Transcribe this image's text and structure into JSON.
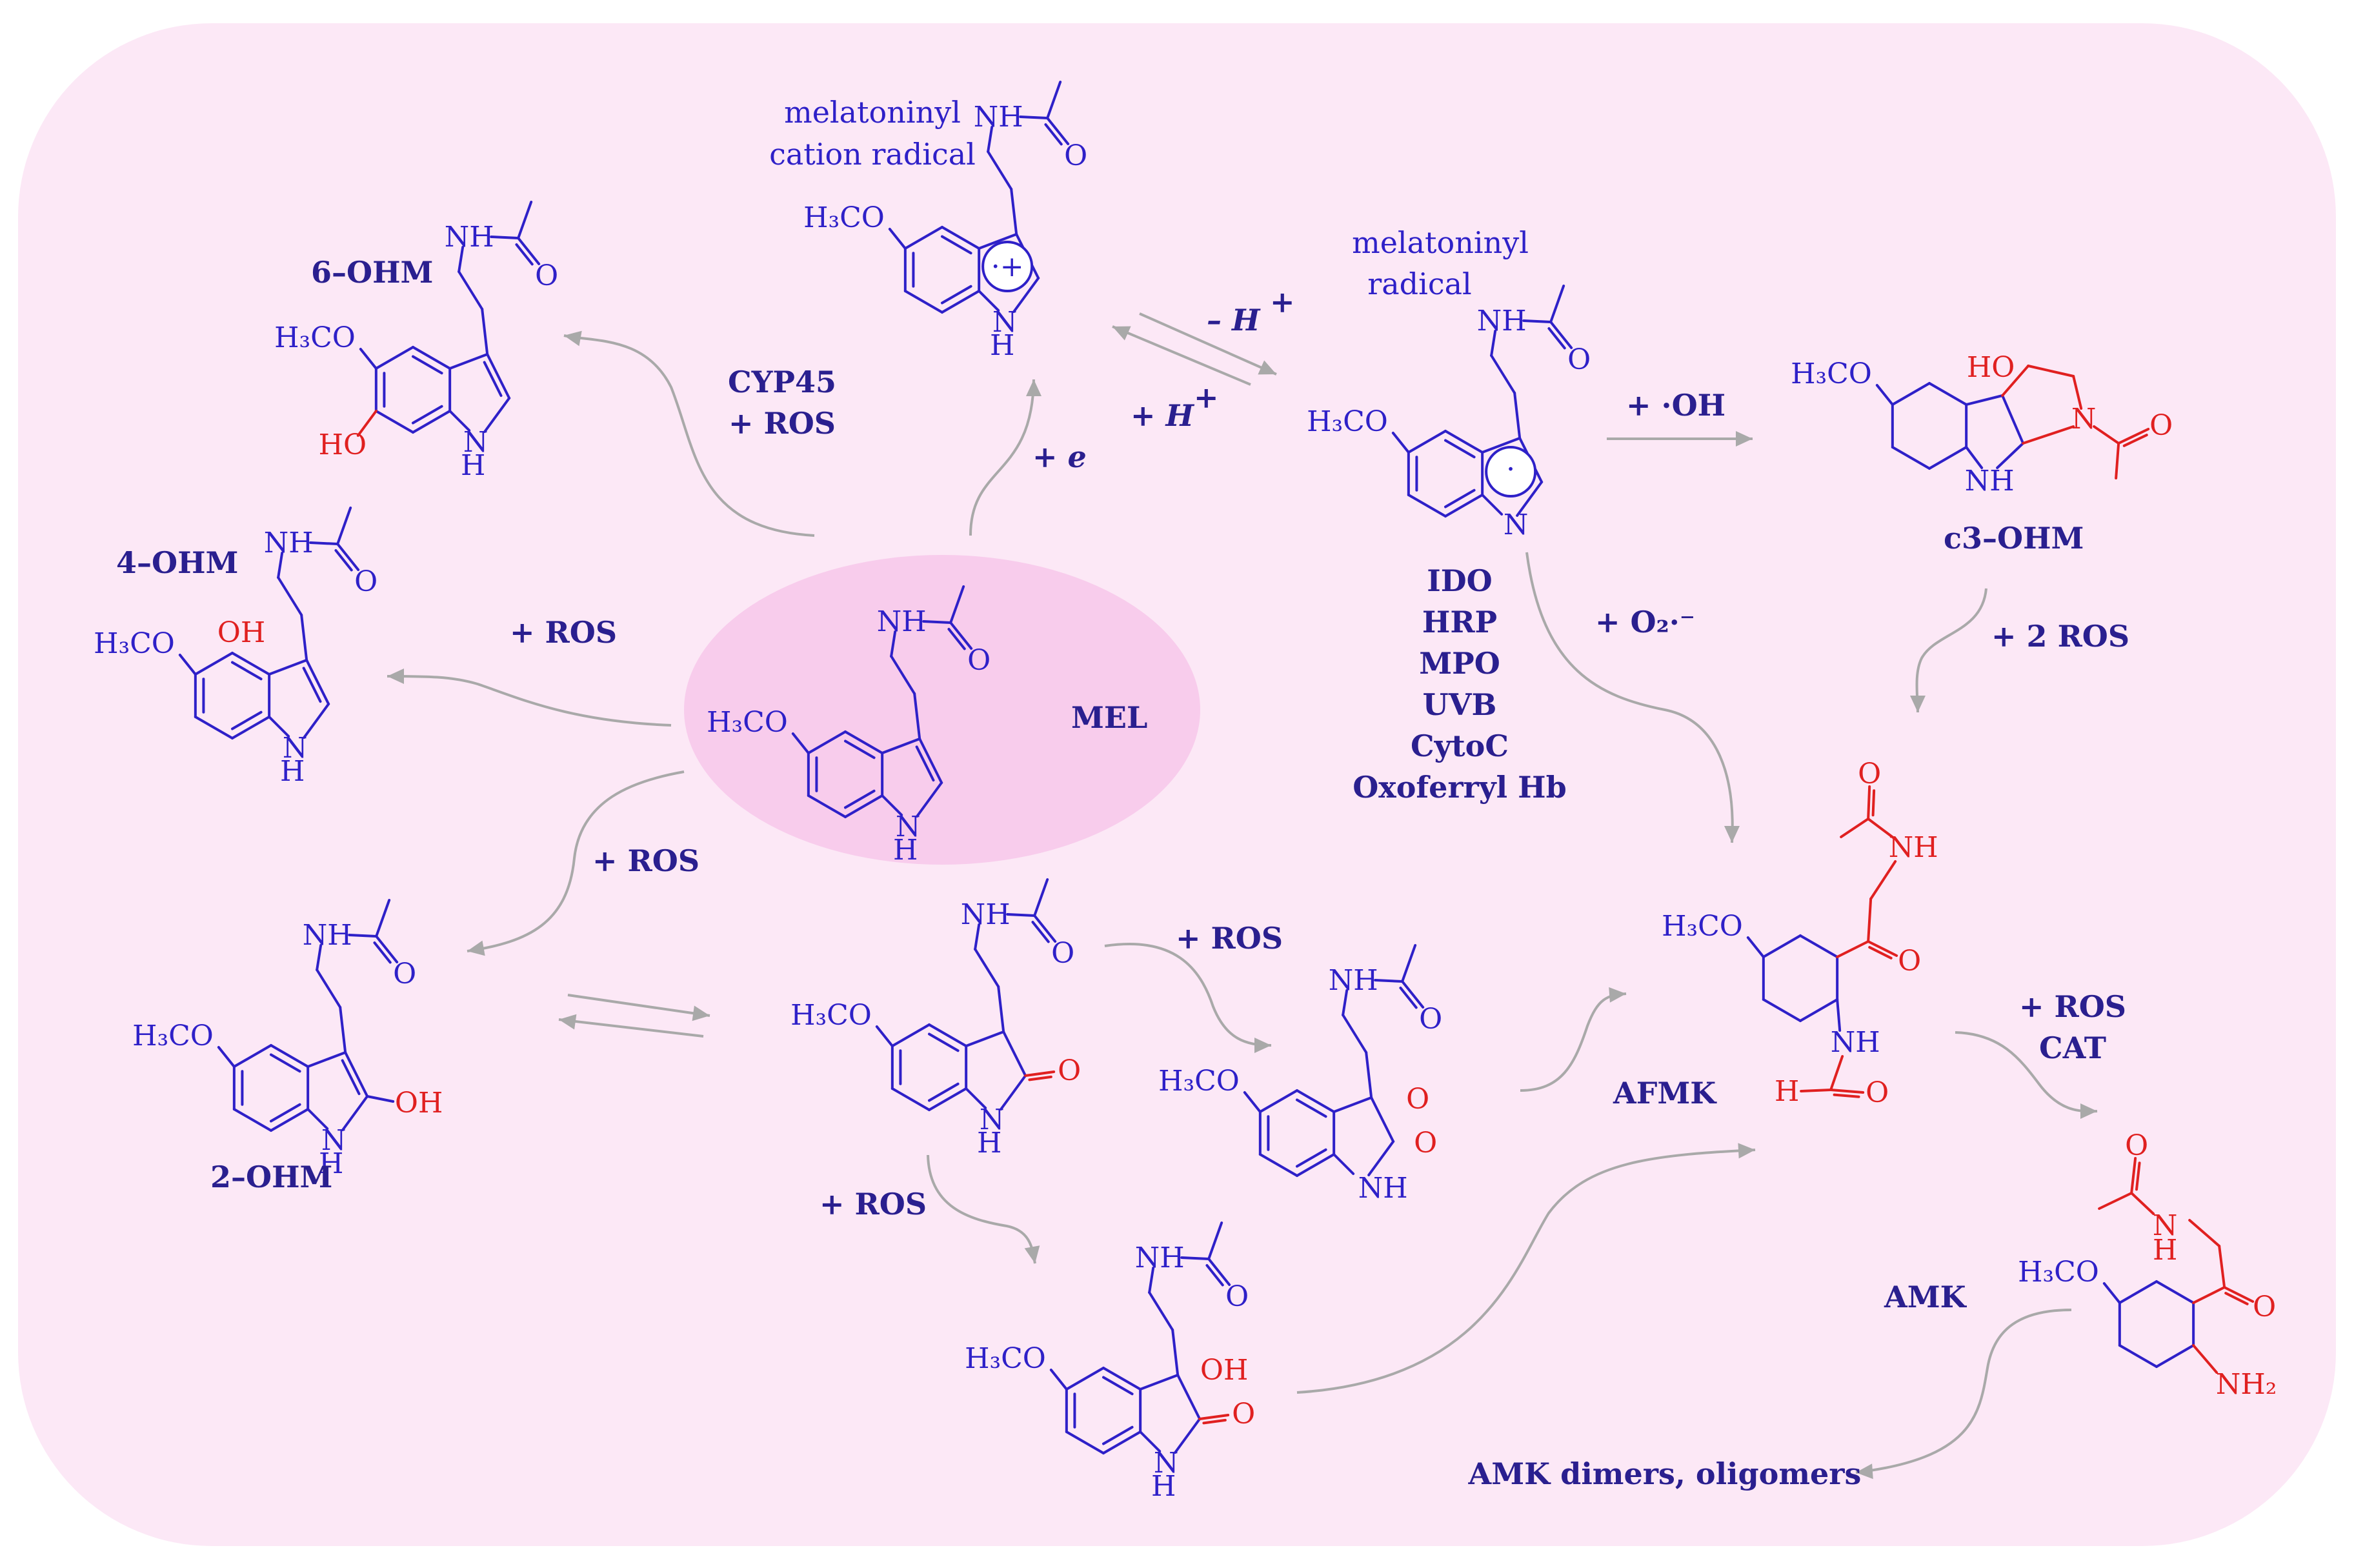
{
  "colors": {
    "background_panel": "#FCE8F6",
    "mel_ellipse": "#F8CCEC",
    "structure_blue": "#2E20C8",
    "oxidized_red": "#E02020",
    "label_text": "#2A1F8F",
    "arrow_gray": "#A9A9A9"
  },
  "compounds": {
    "mel": "MEL",
    "ohm6": "6–OHM",
    "ohm4": "4–OHM",
    "ohm2": "2–OHM",
    "c3ohm": "c3–OHM",
    "afmk": "AFMK",
    "amk": "AMK",
    "cation_radical_line1": "melatoninyl",
    "cation_radical_line2": "cation radical",
    "radical_line1": "melatoninyl",
    "radical_line2": "radical",
    "amk_products": "AMK dimers, oligomers"
  },
  "conditions": {
    "cyp_line1": "CYP45",
    "cyp_line2": "+ ROS",
    "plus_e": "+ e",
    "minus_h": "– H",
    "plus_h": "+ H",
    "plus_oh": "+ ·OH",
    "plus_o2": "+ O₂·⁻",
    "plus_2ros": "+ 2 ROS",
    "ros_4ohm": "+ ROS",
    "ros_2ohm": "+ ROS",
    "ros_dioxetane": "+ ROS",
    "ros_3oh": "+ ROS",
    "ros_cat_line1": "+ ROS",
    "ros_cat_line2": "CAT",
    "superscript_plus": "+"
  },
  "enzymes": [
    "IDO",
    "HRP",
    "MPO",
    "UVB",
    "CytoC",
    "Oxoferryl Hb"
  ],
  "atoms": {
    "h3co": "H₃CO",
    "nh": "NH",
    "n": "N",
    "h": "H",
    "o": "O",
    "oh": "OH",
    "ho": "HO",
    "nh2": "NH₂",
    "cation_symbol": "·+",
    "radical_dot": "·"
  }
}
